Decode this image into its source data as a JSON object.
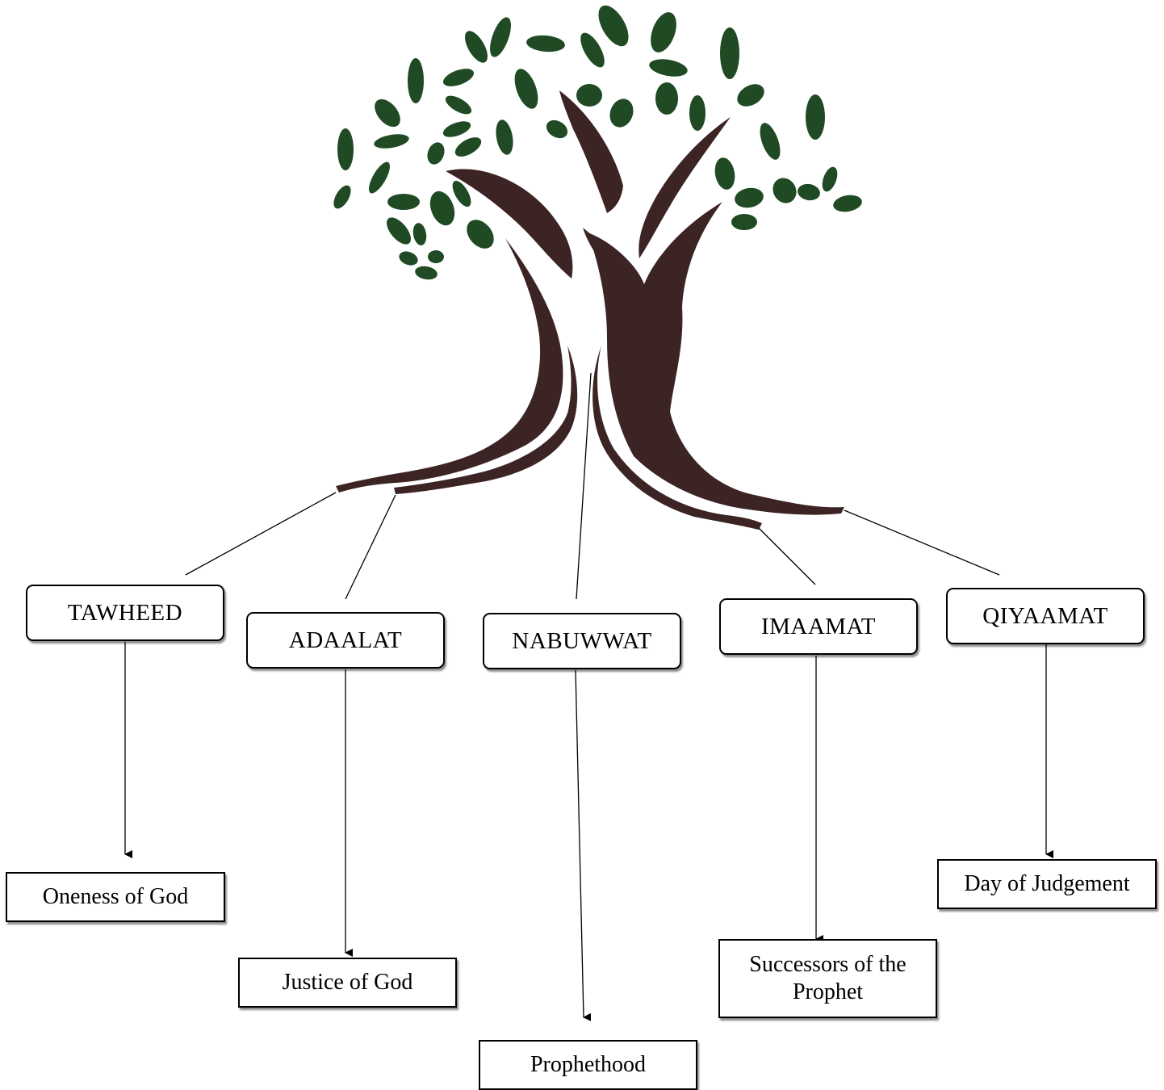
{
  "diagram": {
    "illustration": "tree-with-roots",
    "colors": {
      "trunk": "#3d2424",
      "leaf": "#1f4a24",
      "line": "#000000"
    },
    "pillars": [
      {
        "id": "tawheed",
        "label": "TAWHEED",
        "meaning": "Oneness of God"
      },
      {
        "id": "adaalat",
        "label": "ADAALAT",
        "meaning": "Justice of God"
      },
      {
        "id": "nabuwwat",
        "label": "NABUWWAT",
        "meaning": "Prophethood"
      },
      {
        "id": "imaamat",
        "label": "IMAAMAT",
        "meaning": "Successors of the Prophet"
      },
      {
        "id": "qiyaamat",
        "label": "QIYAAMAT",
        "meaning": "Day of Judgement"
      }
    ]
  }
}
